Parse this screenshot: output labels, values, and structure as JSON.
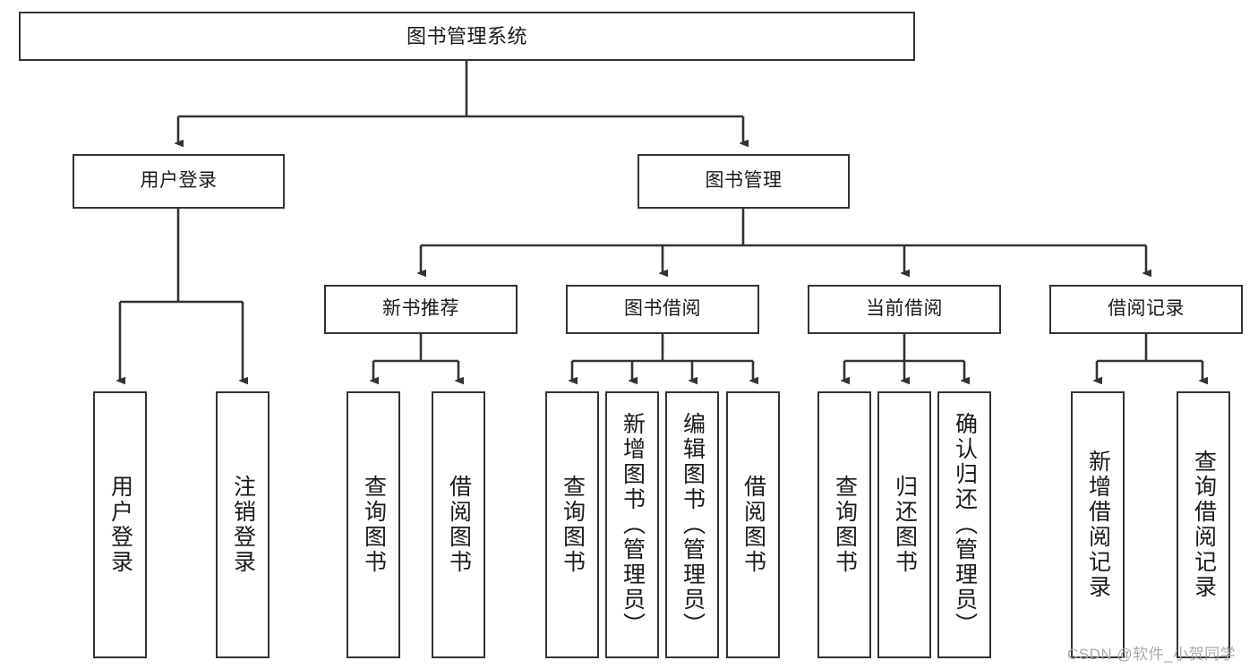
{
  "diagram": {
    "title": "图书管理系统",
    "root": {
      "label": "图书管理系统"
    },
    "level1": [
      {
        "label": "用户登录"
      },
      {
        "label": "图书管理"
      }
    ],
    "level2": [
      {
        "label": "新书推荐"
      },
      {
        "label": "图书借阅"
      },
      {
        "label": "当前借阅"
      },
      {
        "label": "借阅记录"
      }
    ],
    "leaves": {
      "user_login": [
        {
          "label": "用户登录"
        },
        {
          "label": "注销登录"
        }
      ],
      "new_book_recommend": [
        {
          "label": "查询图书"
        },
        {
          "label": "借阅图书"
        }
      ],
      "book_borrow": [
        {
          "label": "查询图书"
        },
        {
          "label": "新增图书（管理员）"
        },
        {
          "label": "编辑图书（管理员）"
        },
        {
          "label": "借阅图书"
        }
      ],
      "current_borrow": [
        {
          "label": "查询图书"
        },
        {
          "label": "归还图书"
        },
        {
          "label": "确认归还（管理员）"
        }
      ],
      "borrow_record": [
        {
          "label": "新增借阅记录"
        },
        {
          "label": "查询借阅记录"
        }
      ]
    }
  },
  "watermark": {
    "text": "CSDN @软件_小贺同学"
  },
  "colors": {
    "stroke": "#333333",
    "box_fill": "#ffffff",
    "text": "#1a1a1a",
    "watermark": "#a9a9a9"
  },
  "chart_data": {
    "type": "diagram",
    "subtype": "tree",
    "title": "图书管理系统",
    "orientation": "top-down",
    "nodes": [
      {
        "id": "root",
        "label": "图书管理系统",
        "level": 0
      },
      {
        "id": "n_user_login",
        "label": "用户登录",
        "level": 1
      },
      {
        "id": "n_book_mgmt",
        "label": "图书管理",
        "level": 1
      },
      {
        "id": "n_new_book",
        "label": "新书推荐",
        "level": 2
      },
      {
        "id": "n_book_borrow",
        "label": "图书借阅",
        "level": 2
      },
      {
        "id": "n_cur_borrow",
        "label": "当前借阅",
        "level": 2
      },
      {
        "id": "n_borrow_rec",
        "label": "借阅记录",
        "level": 2
      },
      {
        "id": "l_user_login",
        "label": "用户登录",
        "level": 3
      },
      {
        "id": "l_logout",
        "label": "注销登录",
        "level": 3
      },
      {
        "id": "l_query_book_1",
        "label": "查询图书",
        "level": 3
      },
      {
        "id": "l_borrow_book_1",
        "label": "借阅图书",
        "level": 3
      },
      {
        "id": "l_query_book_2",
        "label": "查询图书",
        "level": 3
      },
      {
        "id": "l_add_book",
        "label": "新增图书（管理员）",
        "level": 3
      },
      {
        "id": "l_edit_book",
        "label": "编辑图书（管理员）",
        "level": 3
      },
      {
        "id": "l_borrow_book_2",
        "label": "借阅图书",
        "level": 3
      },
      {
        "id": "l_query_book_3",
        "label": "查询图书",
        "level": 3
      },
      {
        "id": "l_return_book",
        "label": "归还图书",
        "level": 3
      },
      {
        "id": "l_confirm_return",
        "label": "确认归还（管理员）",
        "level": 3
      },
      {
        "id": "l_add_record",
        "label": "新增借阅记录",
        "level": 3
      },
      {
        "id": "l_query_record",
        "label": "查询借阅记录",
        "level": 3
      }
    ],
    "edges": [
      [
        "root",
        "n_user_login"
      ],
      [
        "root",
        "n_book_mgmt"
      ],
      [
        "n_user_login",
        "l_user_login"
      ],
      [
        "n_user_login",
        "l_logout"
      ],
      [
        "n_book_mgmt",
        "n_new_book"
      ],
      [
        "n_book_mgmt",
        "n_book_borrow"
      ],
      [
        "n_book_mgmt",
        "n_cur_borrow"
      ],
      [
        "n_book_mgmt",
        "n_borrow_rec"
      ],
      [
        "n_new_book",
        "l_query_book_1"
      ],
      [
        "n_new_book",
        "l_borrow_book_1"
      ],
      [
        "n_book_borrow",
        "l_query_book_2"
      ],
      [
        "n_book_borrow",
        "l_add_book"
      ],
      [
        "n_book_borrow",
        "l_edit_book"
      ],
      [
        "n_book_borrow",
        "l_borrow_book_2"
      ],
      [
        "n_cur_borrow",
        "l_query_book_3"
      ],
      [
        "n_cur_borrow",
        "l_return_book"
      ],
      [
        "n_cur_borrow",
        "l_confirm_return"
      ],
      [
        "n_borrow_rec",
        "l_add_record"
      ],
      [
        "n_borrow_rec",
        "l_query_record"
      ]
    ]
  }
}
